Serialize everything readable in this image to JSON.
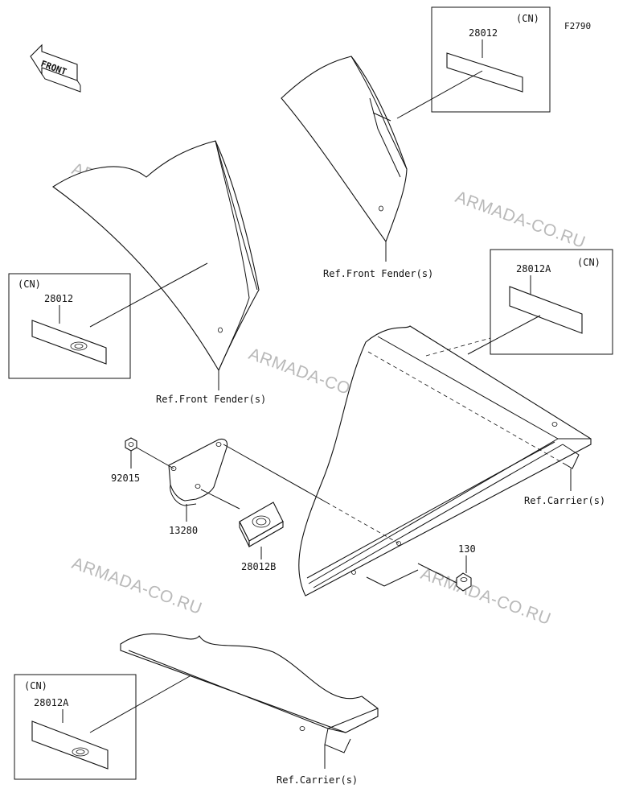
{
  "figure_code": "F2790",
  "front_arrow_label": "FRONT",
  "watermark": "ARMADA-CO.RU",
  "parts": {
    "p92015": "92015",
    "p13280": "13280",
    "p28012B": "28012B",
    "p130": "130"
  },
  "callouts": {
    "top_right": {
      "region": "(CN)",
      "part": "28012"
    },
    "left": {
      "region": "(CN)",
      "part": "28012"
    },
    "right": {
      "region": "(CN)",
      "part": "28012A"
    },
    "bottom_left": {
      "region": "(CN)",
      "part": "28012A"
    }
  },
  "references": {
    "front_fender_top": "Ref.Front Fender(s)",
    "front_fender_left": "Ref.Front Fender(s)",
    "carrier_right": "Ref.Carrier(s)",
    "carrier_bottom": "Ref.Carrier(s)"
  }
}
